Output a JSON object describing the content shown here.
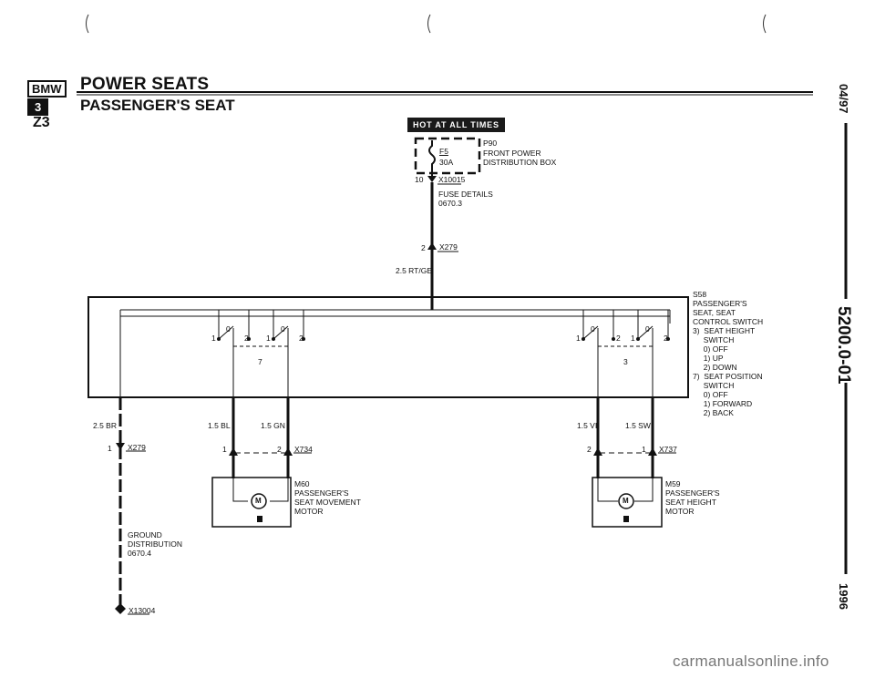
{
  "header": {
    "logo": "BMW",
    "series_badge": "3",
    "model": "Z3",
    "title": "POWER SEATS",
    "subtitle": "PASSENGER'S SEAT"
  },
  "hot_label": "HOT AT ALL TIMES",
  "fuse": {
    "id": "F5",
    "rating": "30A",
    "box_id": "P90",
    "box_name_1": "FRONT POWER",
    "box_name_2": "DISTRIBUTION BOX",
    "pin": "10",
    "connector": "X10015",
    "details_1": "FUSE DETAILS",
    "details_2": "0670.3"
  },
  "splice": {
    "pin": "2",
    "connector": "X279",
    "wire": "2.5 RT/GE"
  },
  "switch": {
    "id": "S58",
    "lines": [
      "PASSENGER'S",
      "SEAT, SEAT",
      "CONTROL SWITCH",
      "3)  SEAT HEIGHT",
      "     SWITCH",
      "     0) OFF",
      "     1) UP",
      "     2) DOWN",
      "7)  SEAT POSITION",
      "     SWITCH",
      "     0) OFF",
      "     1) FORWARD",
      "     2) BACK"
    ],
    "left_group_number": "7",
    "right_group_number": "3",
    "pos_0": "0",
    "pos_1": "1",
    "pos_2": "2"
  },
  "ground": {
    "wire": "2.5 BR",
    "pin": "1",
    "connector": "X279",
    "dist_1": "GROUND",
    "dist_2": "DISTRIBUTION",
    "dist_3": "0670.4",
    "ground_connector": "X13004"
  },
  "motor_left": {
    "wire_a": "1.5 BL",
    "wire_b": "1.5 GN",
    "pin_a": "1",
    "pin_b": "2",
    "connector": "X734",
    "id": "M60",
    "name_1": "PASSENGER'S",
    "name_2": "SEAT MOVEMENT",
    "name_3": "MOTOR",
    "symbol": "M"
  },
  "motor_right": {
    "wire_a": "1.5 VI",
    "wire_b": "1.5 SW",
    "pin_a": "2",
    "pin_b": "1",
    "connector": "X737",
    "id": "M59",
    "name_1": "PASSENGER'S",
    "name_2": "SEAT HEIGHT",
    "name_3": "MOTOR",
    "symbol": "M"
  },
  "side": {
    "date": "04/97",
    "page": "5200.0-01",
    "year": "1996"
  },
  "watermark": "carmanualsonline.info"
}
